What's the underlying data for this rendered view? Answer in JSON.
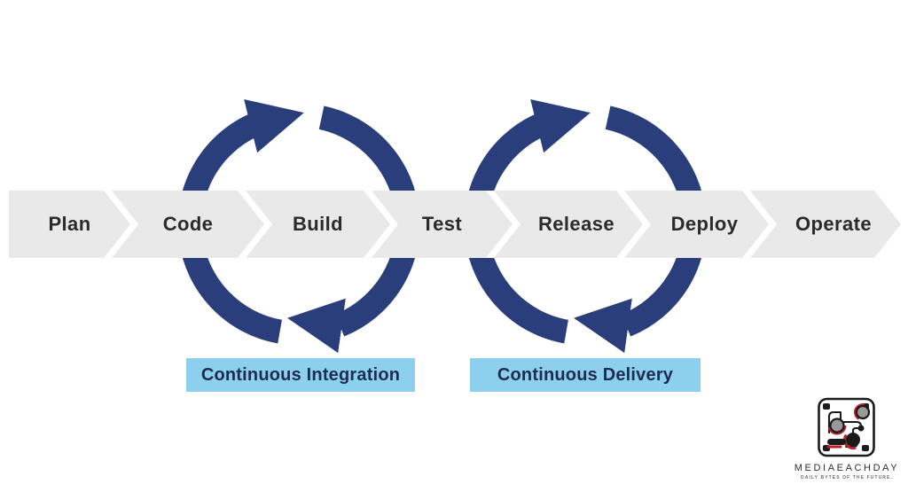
{
  "colors": {
    "navy": "#2b3e7c",
    "band": "#e9e9e9",
    "stage-text": "#2b2b2b",
    "loop-bg": "#8dd0ee",
    "loop-text": "#1c2b52",
    "logo-ink": "#2f2f2f",
    "logo-red": "#b5212b"
  },
  "pipeline": {
    "stages": [
      "Plan",
      "Code",
      "Build",
      "Test",
      "Release",
      "Deploy",
      "Operate"
    ]
  },
  "loops": {
    "ci": {
      "label": "Continuous Integration"
    },
    "cd": {
      "label": "Continuous Delivery"
    }
  },
  "logo": {
    "brand": "MEDIAEACHDAY",
    "tagline": "DAILY BYTES OF THE FUTURE."
  }
}
